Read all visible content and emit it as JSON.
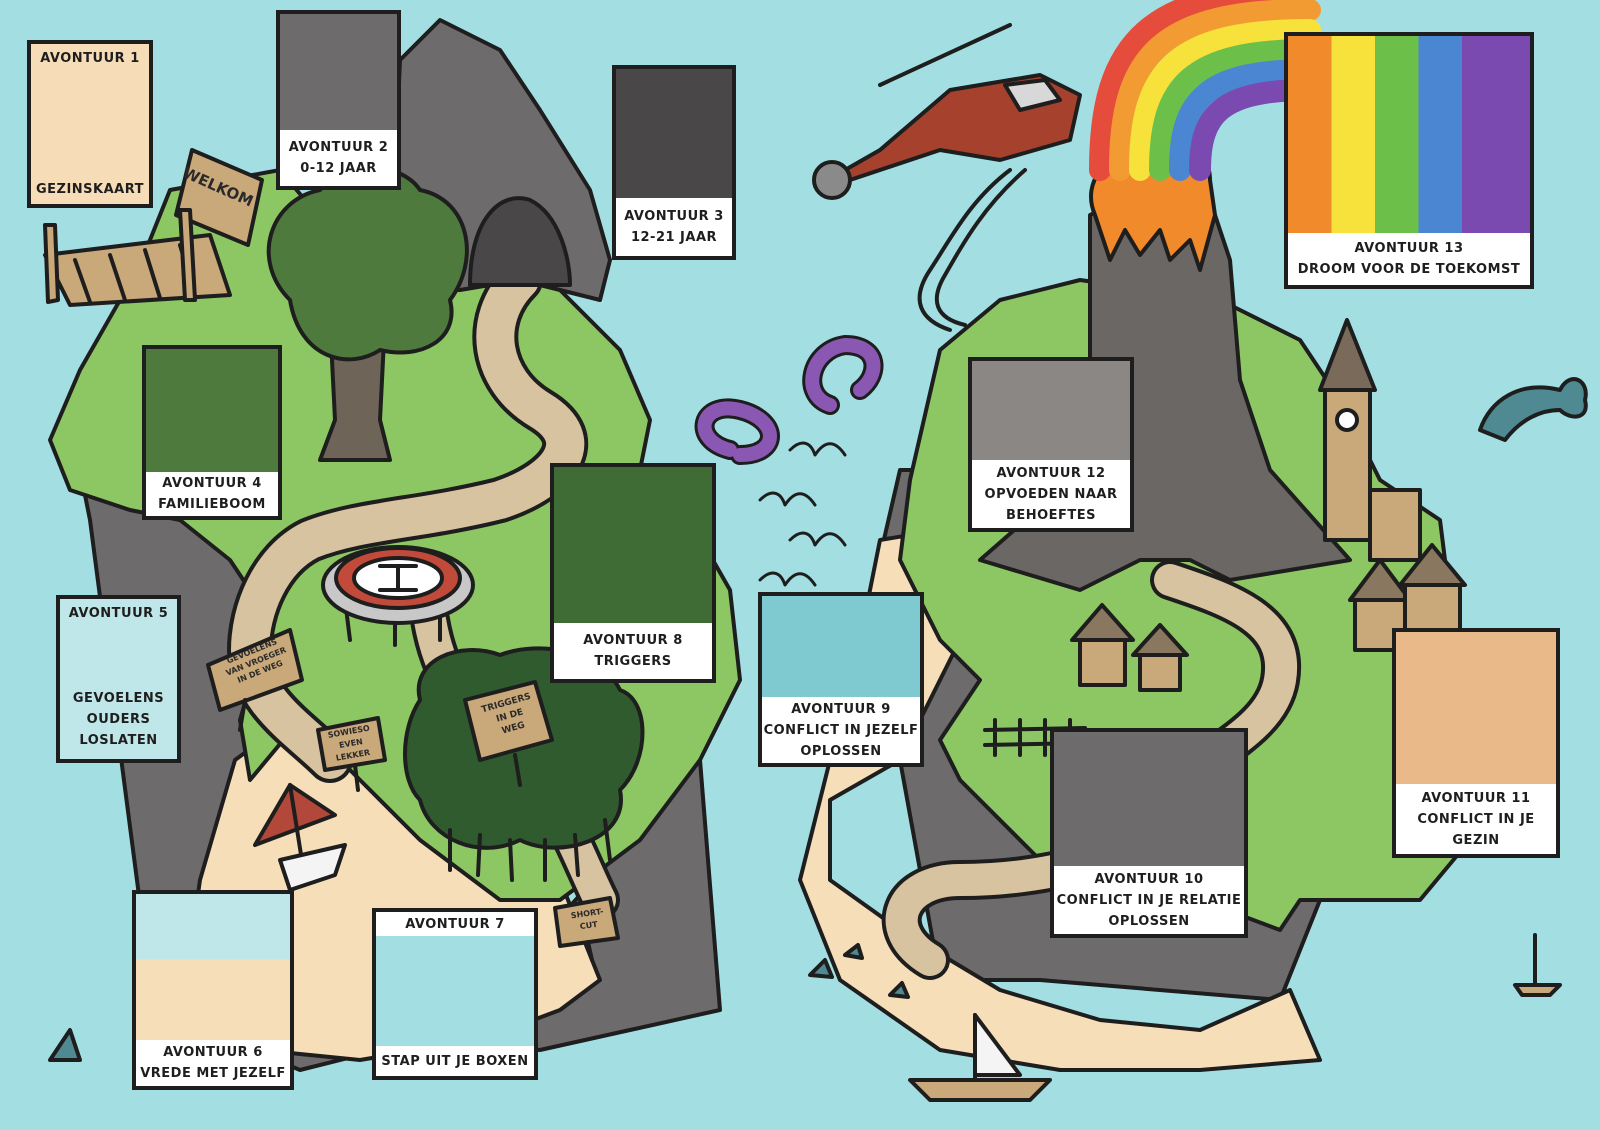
{
  "signs": {
    "welkom": "WELKOM",
    "gevoelens_weg": [
      "GEVOELENS",
      "VAN VROEGER",
      "IN DE WEG"
    ],
    "sowieso": [
      "SOWIESO",
      "EVEN",
      "LEKKER"
    ],
    "triggers_weg": [
      "TRIGGERS",
      "IN DE",
      "WEG"
    ],
    "shortcut": [
      "SHORT-",
      "CUT"
    ]
  },
  "cards": [
    {
      "id": "avontuur-1",
      "lines": [
        "AVONTUUR 1",
        "GEZINSKAART"
      ]
    },
    {
      "id": "avontuur-2",
      "lines": [
        "AVONTUUR 2",
        "0-12 JAAR"
      ]
    },
    {
      "id": "avontuur-3",
      "lines": [
        "AVONTUUR 3",
        "12-21 JAAR"
      ]
    },
    {
      "id": "avontuur-4",
      "lines": [
        "AVONTUUR 4",
        "FAMILIEBOOM"
      ]
    },
    {
      "id": "avontuur-5",
      "lines": [
        "AVONTUUR 5",
        "GEVOELENS",
        "OUDERS",
        "LOSLATEN"
      ]
    },
    {
      "id": "avontuur-6",
      "lines": [
        "AVONTUUR 6",
        "VREDE MET JEZELF"
      ]
    },
    {
      "id": "avontuur-7",
      "lines": [
        "AVONTUUR 7",
        "STAP UIT JE BOXEN"
      ]
    },
    {
      "id": "avontuur-8",
      "lines": [
        "AVONTUUR 8",
        "TRIGGERS"
      ]
    },
    {
      "id": "avontuur-9",
      "lines": [
        "AVONTUUR 9",
        "CONFLICT IN JEZELF",
        "OPLOSSEN"
      ]
    },
    {
      "id": "avontuur-10",
      "lines": [
        "AVONTUUR 10",
        "CONFLICT IN JE RELATIE",
        "OPLOSSEN"
      ]
    },
    {
      "id": "avontuur-11",
      "lines": [
        "AVONTUUR 11",
        "CONFLICT IN JE",
        "GEZIN"
      ]
    },
    {
      "id": "avontuur-12",
      "lines": [
        "AVONTUUR 12",
        "OPVOEDEN NAAR",
        "BEHOEFTES"
      ]
    },
    {
      "id": "avontuur-13",
      "lines": [
        "AVONTUUR 13",
        "DROOM VOOR DE TOEKOMST"
      ]
    }
  ],
  "colors": {
    "sea": "#a3dfe2",
    "grass": "#8dc764",
    "cliff": "#6e6b6d",
    "path": "#d8c3a0",
    "sand": "#f6deb9",
    "tree": "#4f7a3e",
    "volcano": "#6b6765",
    "lava": "#f08a2a",
    "helicopter": "#a6412e",
    "tentacle": "#8a57b3",
    "dolphin": "#4f8a93"
  }
}
